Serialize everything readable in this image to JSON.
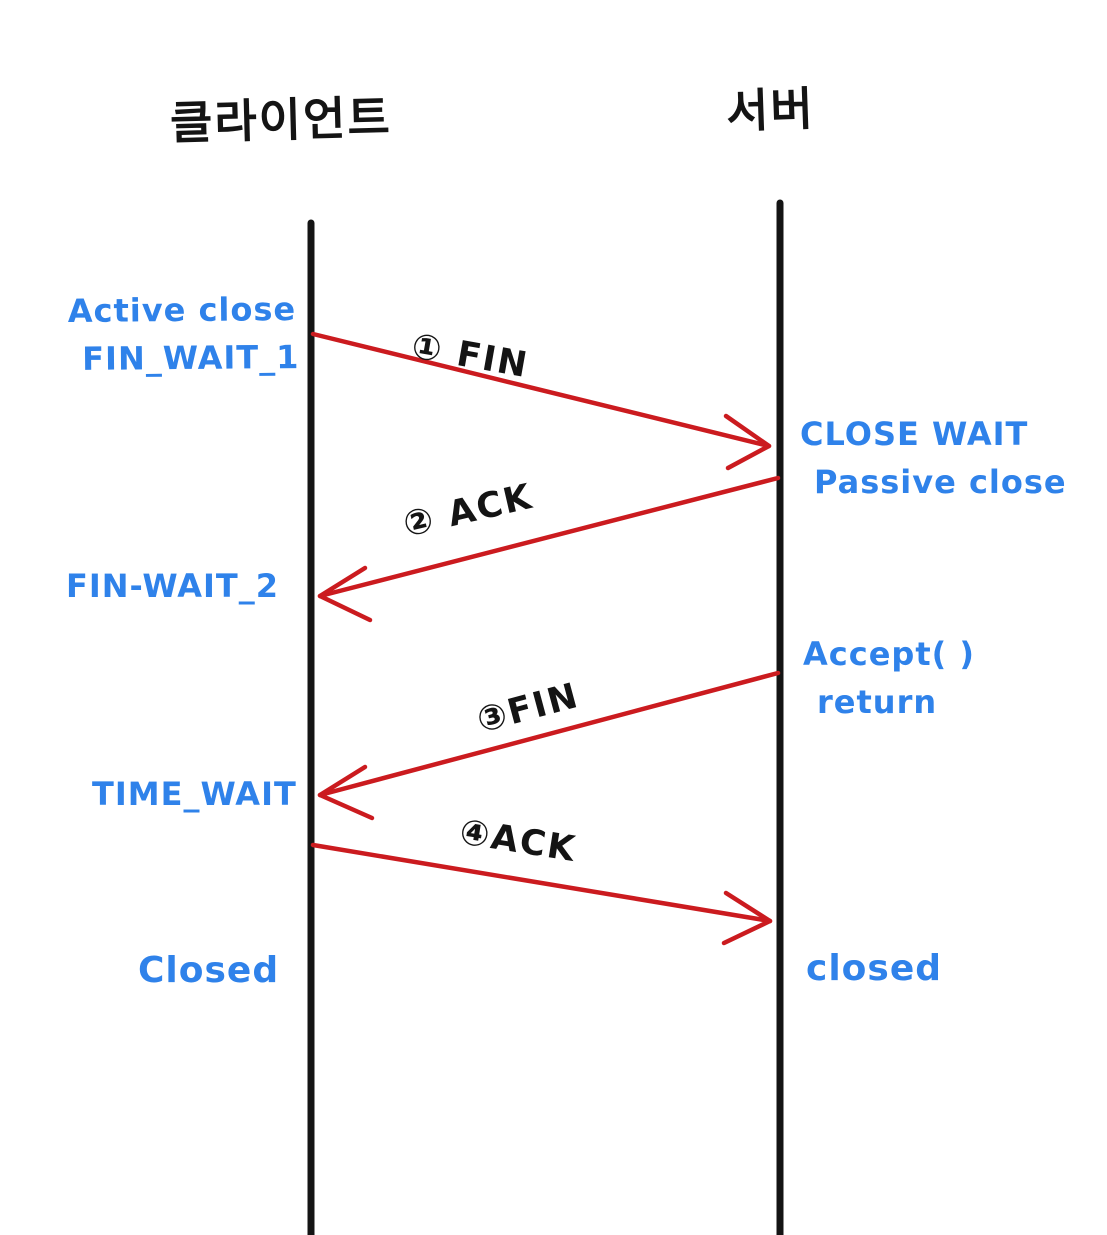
{
  "participants": {
    "client": "클라이언트",
    "server": "서버"
  },
  "colors": {
    "background": "#ffffff",
    "lifeline": "#141414",
    "arrow": "#cb1b1f",
    "state_text": "#2f82ea",
    "message_text": "#141414"
  },
  "messages": [
    {
      "id": 1,
      "label": "① FIN",
      "from": "client",
      "to": "server"
    },
    {
      "id": 2,
      "label": "② ACK",
      "from": "server",
      "to": "client"
    },
    {
      "id": 3,
      "label": "③FIN",
      "from": "server",
      "to": "client"
    },
    {
      "id": 4,
      "label": "④ACK",
      "from": "client",
      "to": "server"
    }
  ],
  "client_states": {
    "active_close": {
      "line1": "Active close",
      "line2": "FIN_WAIT_1"
    },
    "fin_wait_2": "FIN-WAIT_2",
    "time_wait": "TIME_WAIT",
    "closed": "Closed"
  },
  "server_states": {
    "close_wait": {
      "line1": "CLOSE WAIT",
      "line2": "Passive close"
    },
    "accept_return": {
      "line1": "Accept( )",
      "line2": "return"
    },
    "closed": "closed"
  }
}
